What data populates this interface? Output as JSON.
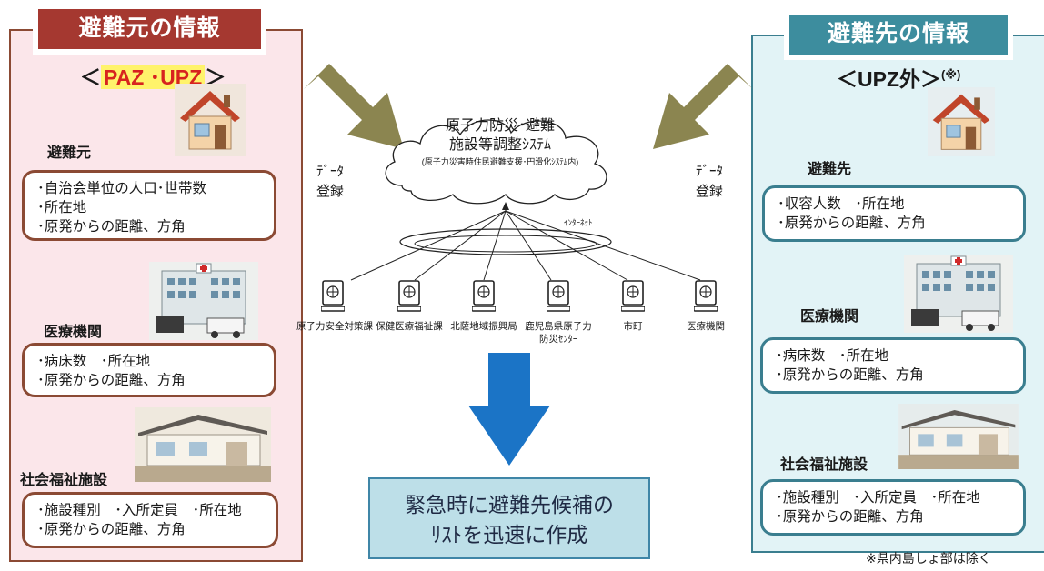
{
  "colors": {
    "left_accent": "#a53830",
    "left_fill": "#fbe6ea",
    "right_accent": "#3d8d9e",
    "right_fill": "#e2f3f6",
    "highlight": "#fff36b",
    "big_arrow_olive": "#8b8550",
    "down_arrow_blue": "#1b74c6",
    "result_fill": "#bddfe8"
  },
  "left": {
    "title": "避難元の情報",
    "subtitle_open": "＜",
    "subtitle_highlight": "PAZ ･UPZ",
    "subtitle_close": "＞",
    "sections": [
      {
        "label": "避難元",
        "icon": "house-icon",
        "lines": [
          "･自治会単位の人口･世帯数",
          "･所在地",
          "･原発からの距離、方角"
        ]
      },
      {
        "label": "医療機関",
        "icon": "hospital-icon",
        "lines": [
          "･病床数　･所在地",
          "･原発からの距離、方角"
        ]
      },
      {
        "label": "社会福祉施設",
        "icon": "welfare-facility-icon",
        "lines": [
          "･施設種別　･入所定員　･所在地",
          "･原発からの距離、方角"
        ]
      }
    ]
  },
  "right": {
    "title": "避難先の情報",
    "subtitle": "＜UPZ外＞",
    "subtitle_note": "(※)",
    "sections": [
      {
        "label": "避難先",
        "icon": "house-icon",
        "lines": [
          "･収容人数　･所在地",
          "･原発からの距離、方角"
        ]
      },
      {
        "label": "医療機関",
        "icon": "hospital-icon",
        "lines": [
          "･病床数　･所在地",
          "･原発からの距離、方角"
        ]
      },
      {
        "label": "社会福祉施設",
        "icon": "welfare-facility-icon",
        "lines": [
          "･施設種別　･入所定員　･所在地",
          "･原発からの距離、方角"
        ]
      }
    ],
    "footnote": "※県内島しょ部は除く"
  },
  "center": {
    "data_entry_left": [
      "ﾃﾞｰﾀ",
      "登録"
    ],
    "data_entry_right": [
      "ﾃﾞｰﾀ",
      "登録"
    ],
    "cloud_lines": [
      "原子力防災･避難",
      "施設等調整ｼｽﾃﾑ",
      "(原子力災害時住民避難支援･円滑化ｼｽﾃﾑ内)"
    ],
    "internet_label": "ｲﾝﾀｰﾈｯﾄ",
    "terminals": [
      {
        "label": "原子力安全対策課",
        "icon": "computer-icon"
      },
      {
        "label": "保健医療福祉課",
        "icon": "computer-icon"
      },
      {
        "label": "北薩地域振興局",
        "icon": "computer-icon"
      },
      {
        "label": "鹿児島県原子力\n防災ｾﾝﾀｰ",
        "icon": "computer-icon"
      },
      {
        "label": "市町",
        "icon": "computer-icon"
      },
      {
        "label": "医療機関",
        "icon": "computer-icon"
      }
    ],
    "result_lines": [
      "緊急時に避難先候補の",
      "ﾘｽﾄを迅速に作成"
    ]
  }
}
